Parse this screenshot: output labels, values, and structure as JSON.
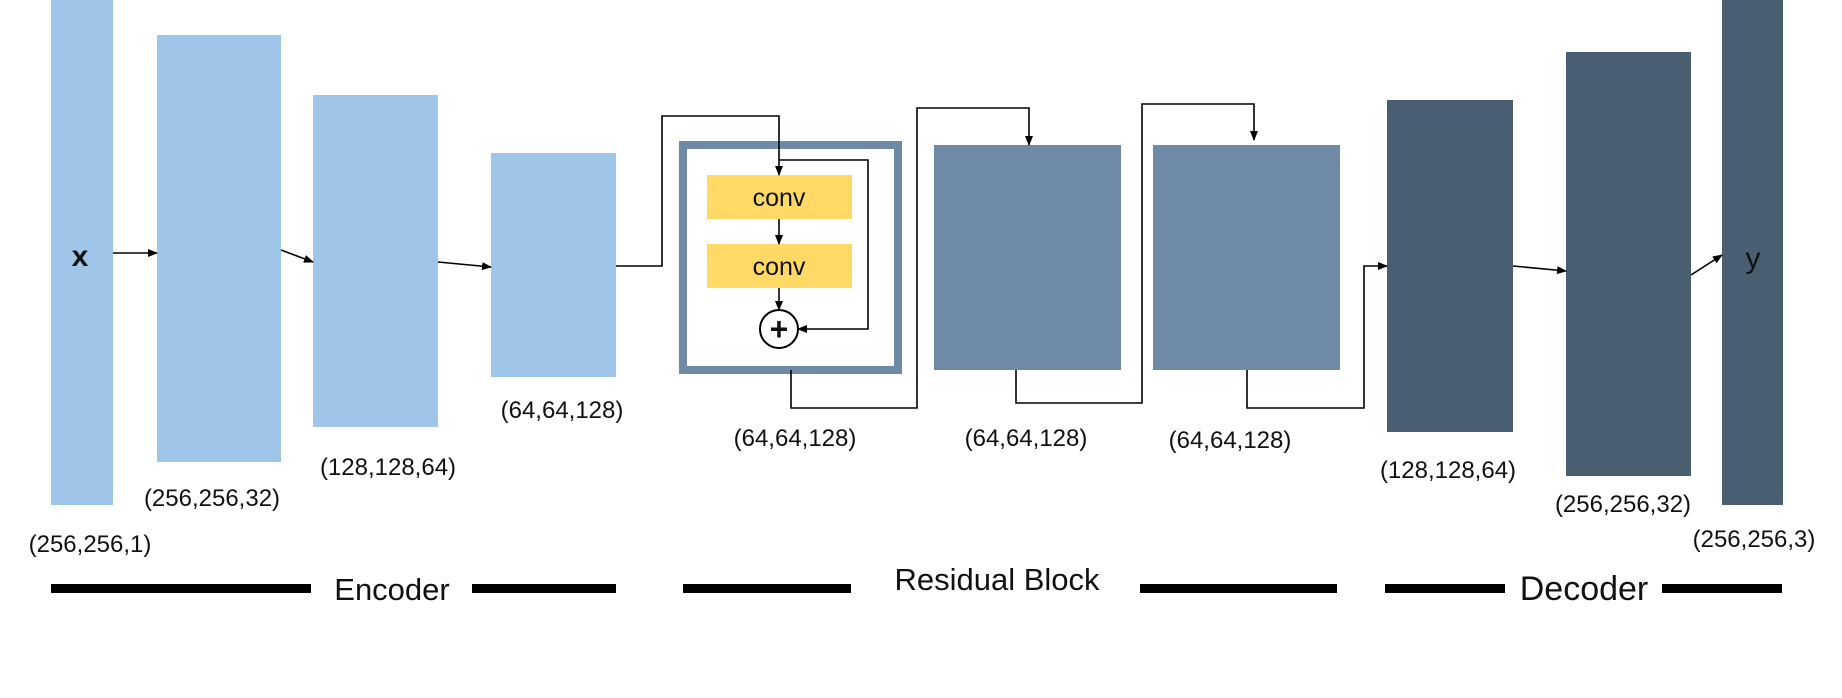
{
  "colors": {
    "encoder": "#9fc5e8",
    "residual": "#6e8aa6",
    "residual_frame": "#6e8aa6",
    "decoder": "#4a5e72",
    "conv": "#ffd966",
    "line": "#000000",
    "bar": "#000000"
  },
  "input_symbol": "x",
  "output_symbol": "y",
  "conv_label": "conv",
  "add_symbol": "+",
  "shapes": {
    "input": "(256,256,1)",
    "enc1": "(256,256,32)",
    "enc2": "(128,128,64)",
    "enc3": "(64,64,128)",
    "res1": "(64,64,128)",
    "res2": "(64,64,128)",
    "res3": "(64,64,128)",
    "dec1": "(128,128,64)",
    "dec2": "(256,256,32)",
    "output": "(256,256,3)"
  },
  "sections": {
    "encoder": "Encoder",
    "residual": "Residual Block",
    "decoder": "Decoder"
  }
}
